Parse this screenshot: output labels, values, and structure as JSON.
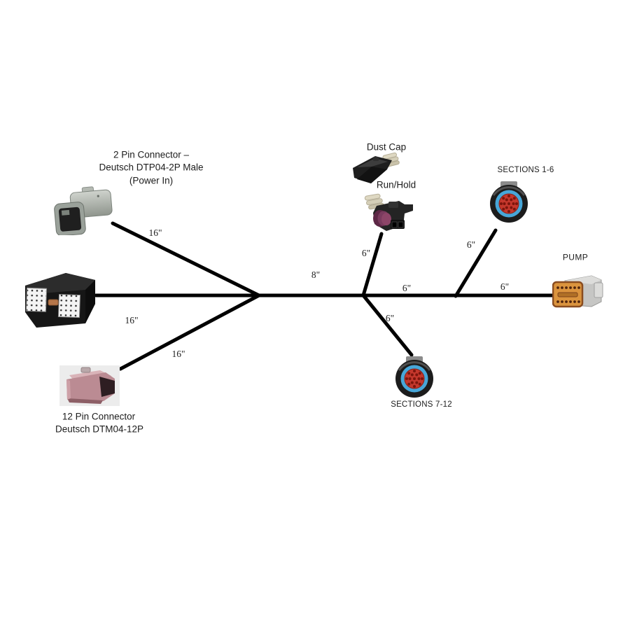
{
  "labels": {
    "power_in": {
      "line1": "2 Pin Connector –",
      "line2": "Deutsch DTP04-2P Male",
      "line3": "(Power In)"
    },
    "dust_cap": "Dust Cap",
    "run_hold": "Run/Hold",
    "sections_1_6": "SECTIONS 1-6",
    "pump": "PUMP",
    "sections_7_12": "SECTIONS 7-12",
    "twelve_pin": {
      "line1": "12 Pin Connector",
      "line2": "Deutsch DTM04-12P"
    }
  },
  "harness": {
    "segments": [
      {
        "from": "left-hub",
        "to": "power-in-connector",
        "label": "16\""
      },
      {
        "from": "ecu-module",
        "to": "left-hub",
        "label": "16\""
      },
      {
        "from": "left-hub",
        "to": "twelve-pin-connector",
        "label": "16\""
      },
      {
        "from": "left-hub",
        "to": "mid-hub",
        "label": "8\""
      },
      {
        "from": "mid-hub",
        "to": "run-hold-connector",
        "label": "6\""
      },
      {
        "from": "mid-hub",
        "to": "right-hub",
        "label": "6\""
      },
      {
        "from": "right-hub",
        "to": "sections-1-6-connector",
        "label": "6\""
      },
      {
        "from": "right-hub",
        "to": "pump-connector",
        "label": "6\""
      },
      {
        "from": "mid-hub",
        "to": "sections-7-12-connector",
        "label": "6\""
      }
    ]
  },
  "colors": {
    "background": "#ffffff",
    "wire": "#000000",
    "text": "#1c1c1c",
    "round_connector_ring_blue": "#47a6d8",
    "round_connector_face_red": "#c4372c",
    "round_connector_pin_dark_red": "#7c150c",
    "pump_face_orange": "#db943e",
    "twelve_pin_body_pink": "#bb8b93",
    "two_pin_body_gray": "#a8aea6",
    "loom_cream": "#ded8c2",
    "seal_purple": "#7a3b5e"
  }
}
